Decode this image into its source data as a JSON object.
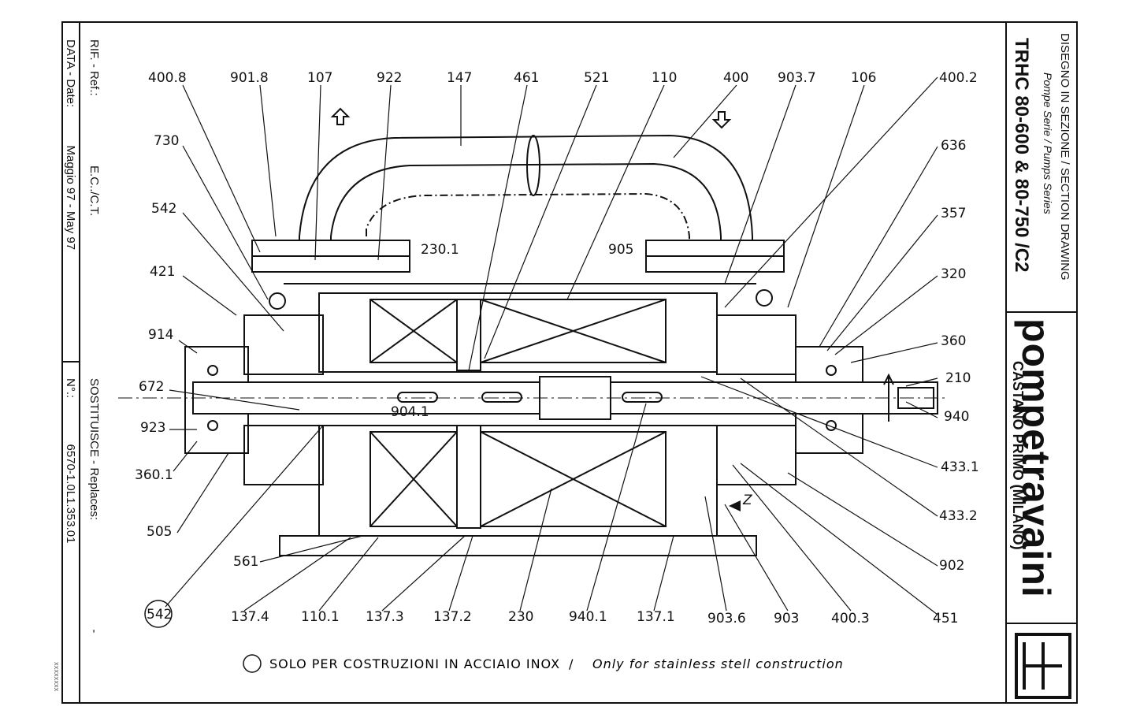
{
  "title_block": {
    "drawing_type": "DISEGNO IN SEZIONE / SECTION DRAWING",
    "series": "Pompe Serie / Pumps Series",
    "model": "TRHC 80-600 & 80-750 /C2",
    "company": "pompetravaini",
    "location": "CASTANO PRIMO (MILANO)"
  },
  "left_block": {
    "rif_label": "RIF. - Ref.:",
    "rif_value": "E.C../C.T.",
    "data_label": "DATA - Date:",
    "data_value": "Maggio 97 - May 97",
    "sost_label": "SOSTITUISCE - Replaces:",
    "sost_value": "-",
    "num_label": "N°.:",
    "num_value": "6570-1.0L1.353.01"
  },
  "stamp": "XXXXXXXX",
  "part_labels": {
    "top": [
      "400.8",
      "901.8",
      "107",
      "922",
      "147",
      "461",
      "521",
      "110",
      "400",
      "903.7",
      "106",
      "400.2"
    ],
    "left": [
      "730",
      "542",
      "421",
      "914",
      "672",
      "923",
      "360.1",
      "505",
      "561",
      "542"
    ],
    "right": [
      "636",
      "357",
      "320",
      "360",
      "210",
      "940",
      "433.1",
      "433.2",
      "902",
      "451"
    ],
    "bottom": [
      "137.4",
      "110.1",
      "137.3",
      "137.2",
      "230",
      "940.1",
      "137.1",
      "903.6",
      "903",
      "400.3"
    ],
    "inner": [
      "230.1",
      "905",
      "904.1",
      "Z"
    ]
  },
  "footnote": {
    "italian": "SOLO PER COSTRUZIONI IN ACCIAIO INOX",
    "separator": "/",
    "english": "Only for stainless stell construction"
  }
}
